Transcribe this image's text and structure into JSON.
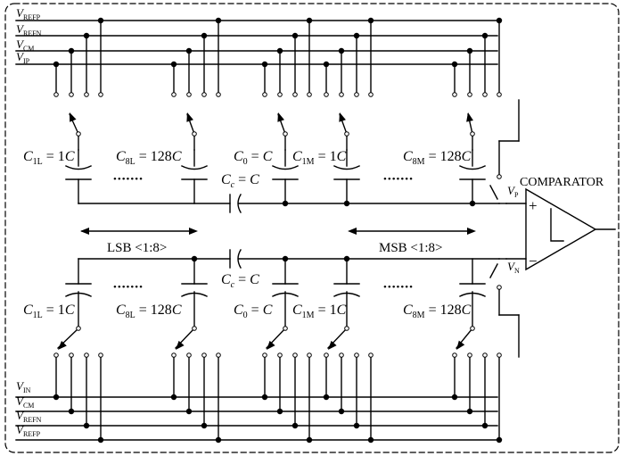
{
  "top_rails": [
    {
      "main": "V",
      "sub": "REFP"
    },
    {
      "main": "V",
      "sub": "REFN"
    },
    {
      "main": "V",
      "sub": "CM"
    },
    {
      "main": "V",
      "sub": "IP"
    }
  ],
  "bottom_rails": [
    {
      "main": "V",
      "sub": "IN"
    },
    {
      "main": "V",
      "sub": "CM"
    },
    {
      "main": "V",
      "sub": "REFN"
    },
    {
      "main": "V",
      "sub": "REFP"
    }
  ],
  "cap_labels": [
    {
      "main": "C",
      "sub": "1L",
      "rest": " = 1",
      "unit": "C"
    },
    {
      "main": "C",
      "sub": "8L",
      "rest": " = 128",
      "unit": "C"
    },
    {
      "main": "C",
      "sub": "0",
      "rest": " = ",
      "unit": "C"
    },
    {
      "main": "C",
      "sub": "1M",
      "rest": " = 1",
      "unit": "C"
    },
    {
      "main": "C",
      "sub": "8M",
      "rest": " = 128",
      "unit": "C"
    }
  ],
  "coupling_cap": {
    "main": "C",
    "sub": "c",
    "rest": " = ",
    "unit": "C"
  },
  "ellipsis": "•••••••",
  "lsb_label": "LSB <1:8>",
  "msb_label": "MSB <1:8>",
  "comparator_label": "COMPARATOR",
  "vp_label": {
    "main": "V",
    "sub": "P"
  },
  "vn_label": {
    "main": "V",
    "sub": "N"
  },
  "plus_sign": "+",
  "minus_sign": "−"
}
